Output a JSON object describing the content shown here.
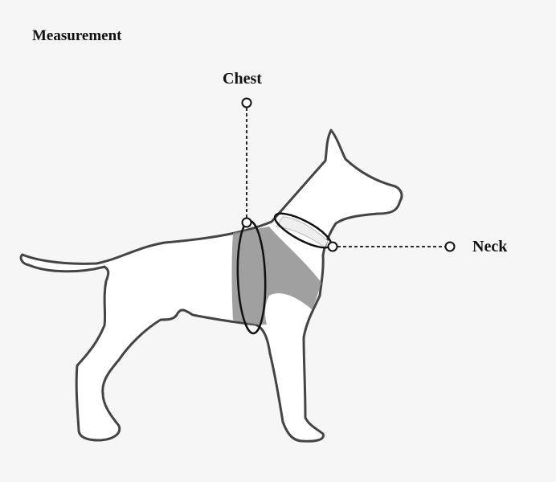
{
  "title": "Measurement",
  "labels": {
    "chest": "Chest",
    "neck": "Neck"
  },
  "colors": {
    "background": "#f6f6f6",
    "outline": "#444444",
    "body_fill": "#ffffff",
    "harness_fill": "#8f8f8f",
    "leader_line": "#111111"
  }
}
